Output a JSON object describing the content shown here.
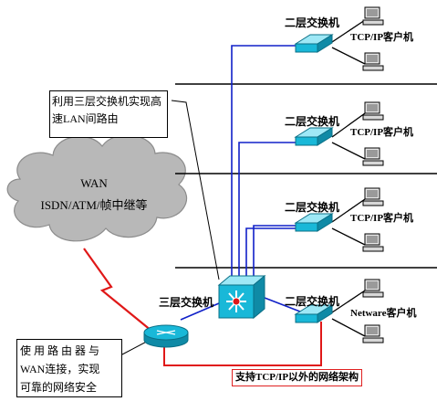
{
  "colors": {
    "link_blue": "#1020c8",
    "link_red": "#e01818",
    "device_cyan": "#19b8d8",
    "cloud_fill": "#b8b8b8"
  },
  "cloud": {
    "line1": "WAN",
    "line2": "ISDN/ATM/帧中继等"
  },
  "callout_l3": {
    "line1": "利用三层交换机实现高",
    "line2": "速LAN间路由"
  },
  "callout_router": {
    "line1": "使 用 路 由 器 与",
    "line2": "WAN连接，实现",
    "line3": "可靠的网络安全"
  },
  "l3_switch_label": "三层交换机",
  "bottom_label": "支持TCP/IP以外的网络架构",
  "segments": [
    {
      "switch_label": "二层交换机",
      "client_label": "TCP/IP客户机"
    },
    {
      "switch_label": "二层交换机",
      "client_label": "TCP/IP客户机"
    },
    {
      "switch_label": "二层交换机",
      "client_label": "TCP/IP客户机"
    },
    {
      "switch_label": "二层交换机",
      "client_label": "Netware客户机"
    }
  ],
  "icons": [
    "cloud-icon",
    "router-icon",
    "layer3-switch-icon",
    "layer2-switch-icon",
    "computer-icon"
  ]
}
